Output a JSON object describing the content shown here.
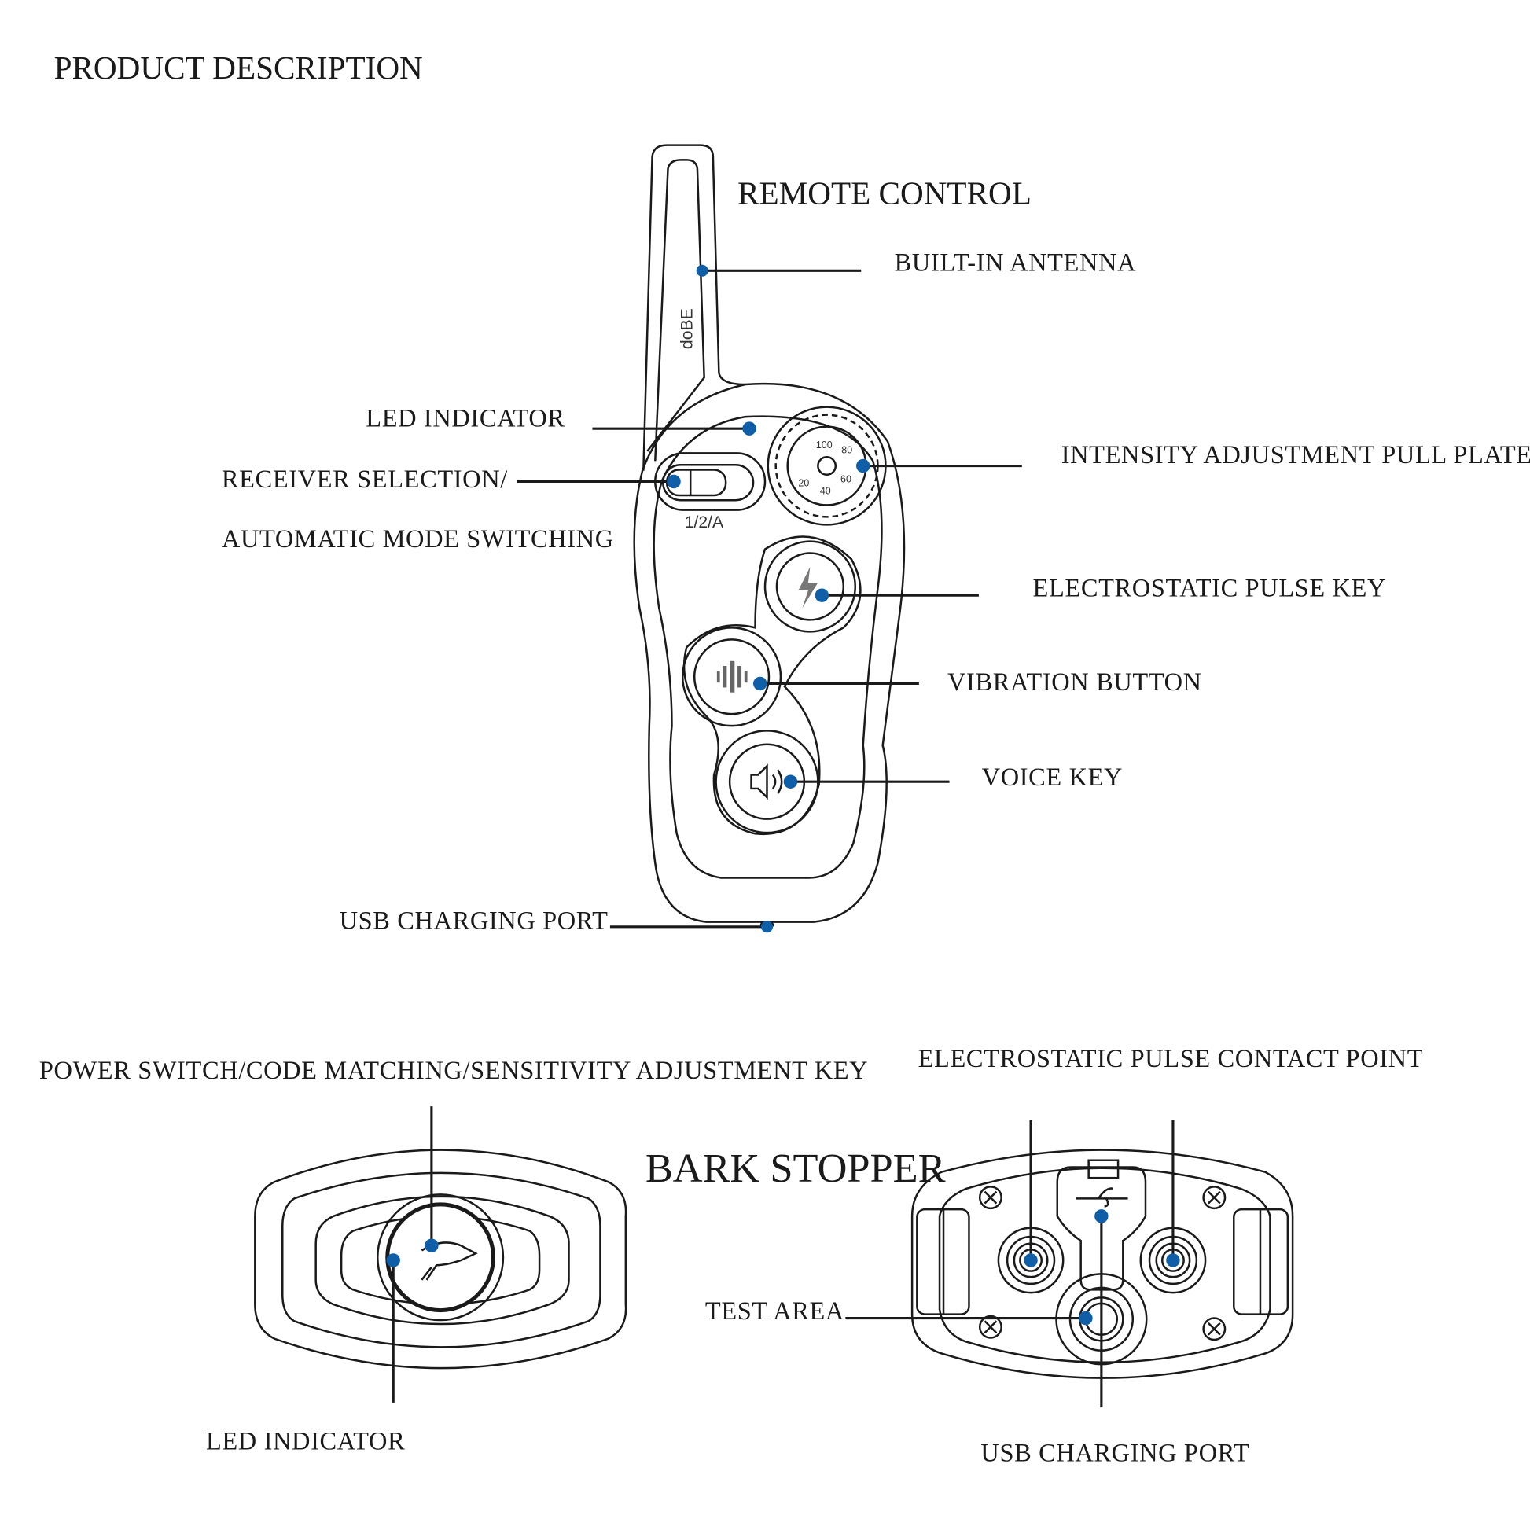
{
  "title": "PRODUCT DESCRIPTION",
  "remote": {
    "heading": "REMOTE CONTROL",
    "brand_mark": "doBE",
    "switch_label": "1/2/A",
    "dial_marks": [
      "100",
      "80",
      "60",
      "40",
      "20"
    ],
    "labels": {
      "antenna": "BUILT-IN ANTENNA",
      "led": "LED INDICATOR",
      "intensity": "INTENSITY ADJUSTMENT PULL PLATE",
      "receiver_1": "RECEIVER SELECTION/",
      "receiver_2": "AUTOMATIC MODE SWITCHING",
      "pulse": "ELECTROSTATIC PULSE KEY",
      "vibration": "VIBRATION BUTTON",
      "voice": "VOICE KEY",
      "usb": "USB CHARGING PORT"
    }
  },
  "collar": {
    "heading": "BARK STOPPER",
    "labels": {
      "power": "POWER SWITCH/CODE MATCHING/SENSITIVITY ADJUSTMENT KEY",
      "led": "LED INDICATOR",
      "contact": "ELECTROSTATIC PULSE CONTACT POINT",
      "test": "TEST AREA",
      "usb": "USB CHARGING PORT"
    }
  },
  "colors": {
    "callout_dot": "#0f5fa8",
    "line": "#1a1a1a"
  }
}
